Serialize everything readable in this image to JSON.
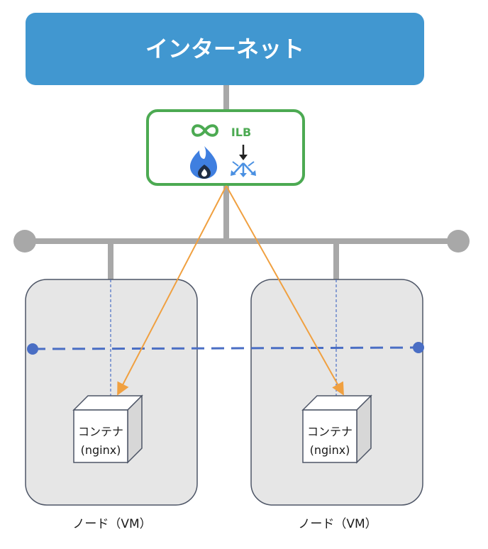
{
  "internet": {
    "label": "インターネット",
    "color": "#4197d0"
  },
  "lb_box": {
    "badge": "ILB",
    "accent": "#4caa52"
  },
  "nodes": [
    {
      "label": "ノード（VM）",
      "container": {
        "line1": "コンテナ",
        "line2": "(nginx)"
      }
    },
    {
      "label": "ノード（VM）",
      "container": {
        "line1": "コンテナ",
        "line2": "(nginx)"
      }
    }
  ],
  "colors": {
    "bus": "#a8a8a8",
    "network": "#4a6ec4",
    "traffic": "#f0a040",
    "node_fill": "#e6e6e6",
    "node_stroke": "#4d5566"
  },
  "icons": [
    "infinity-icon",
    "firebase-icon",
    "load-balancer-icon"
  ]
}
